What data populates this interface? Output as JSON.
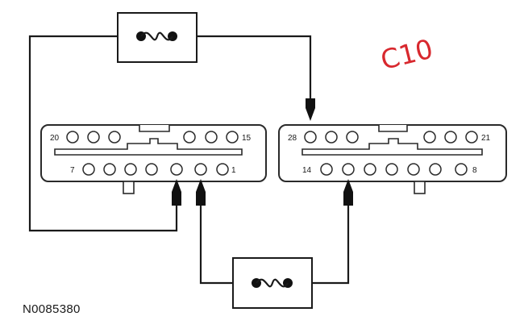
{
  "connector_left": {
    "pin_label_top_left": "20",
    "pin_label_top_right": "15",
    "pin_label_bottom_left": "7",
    "pin_label_bottom_right": "1"
  },
  "connector_right": {
    "pin_label_top_left": "28",
    "pin_label_top_right": "21",
    "pin_label_bottom_left": "14",
    "pin_label_bottom_right": "8"
  },
  "figure_id": "N0085380",
  "handwritten_note": "C10",
  "colors": {
    "line": "#1a1a1a",
    "handwriting": "#d8282e",
    "background": "#ffffff"
  }
}
